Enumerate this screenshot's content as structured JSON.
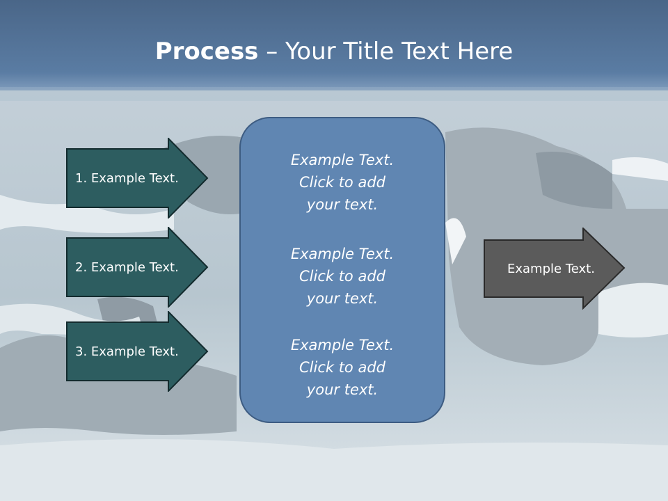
{
  "slide": {
    "title_bold": "Process",
    "title_rest": " – Your Title Text Here"
  },
  "left_arrows": [
    {
      "label": "1. Example Text."
    },
    {
      "label": "2. Example Text."
    },
    {
      "label": "3. Example Text."
    }
  ],
  "center_box": {
    "items": [
      {
        "text": "Example Text.\nClick  to add\nyour text."
      },
      {
        "text": "Example Text.\nClick  to add\nyour text."
      },
      {
        "text": "Example Text.\nClick  to add\nyour text."
      }
    ]
  },
  "right_arrow": {
    "label": "Example Text."
  },
  "colors": {
    "header": "#4f6e94",
    "left_arrow_fill": "#2d5d60",
    "center_box_fill": "#6086b2",
    "right_arrow_fill": "#5b5b5b"
  }
}
